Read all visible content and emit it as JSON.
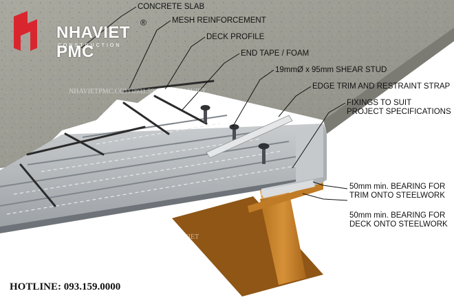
{
  "brand": {
    "name": "NHAVIET PMC",
    "sub": "CONSTRUCTION",
    "reg": "®",
    "color": "#d9262e"
  },
  "labels": {
    "concrete_slab": "CONCRETE SLAB",
    "mesh": "MESH REINFORCEMENT",
    "deck": "DECK PROFILE",
    "tape": "END TAPE / FOAM",
    "stud": "19mmØ x 95mm SHEAR STUD",
    "edge": "EDGE TRIM AND RESTRAINT STRAP",
    "fixings_1": "FIXINGS TO SUIT",
    "fixings_2": "PROJECT SPECIFICATIONS",
    "bearing_trim_1": "50mm min. BEARING FOR",
    "bearing_trim_2": "TRIM ONTO STEELWORK",
    "bearing_deck_1": "50mm min. BEARING FOR",
    "bearing_deck_2": "DECK ONTO STEELWORK"
  },
  "hotline": "HOTLINE: 093.159.0000",
  "watermark": "NHAVIETPMC.COM  0931.590.000  ||  NHAVIET"
}
